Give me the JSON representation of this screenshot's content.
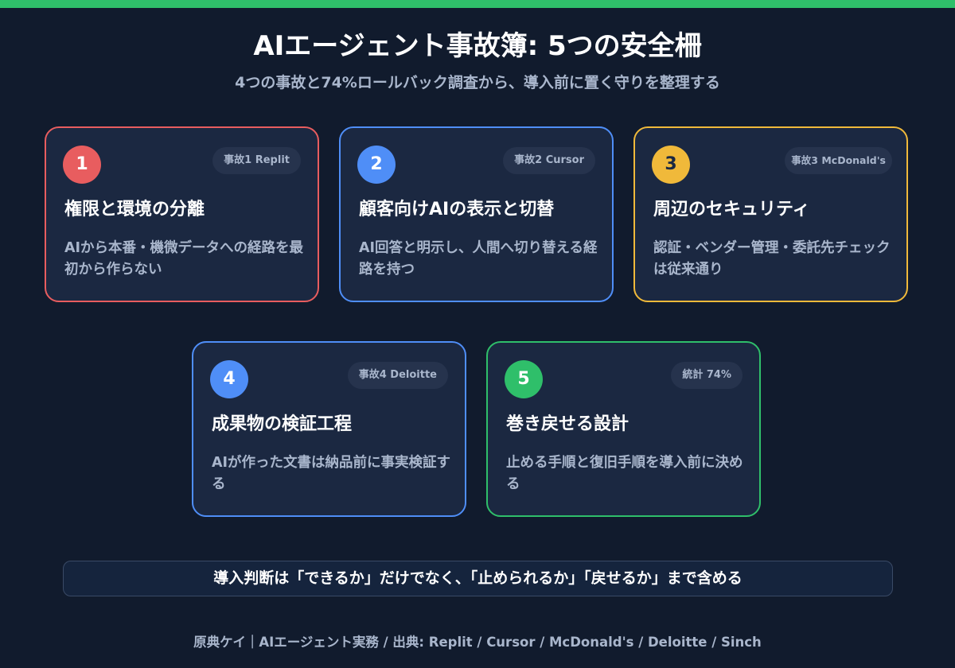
{
  "colors": {
    "background": "#111b2d",
    "card_background": "#1b2841",
    "accent_green": "#2fbf6a",
    "red": "#e85d5f",
    "blue": "#4f8ef7",
    "yellow": "#f0b93a"
  },
  "header": {
    "title": "AIエージェント事故簿: 5つの安全柵",
    "subtitle": "4つの事故と74%ロールバック調査から、導入前に置く守りを整理する"
  },
  "cards": [
    {
      "number": "1",
      "tag": "事故1 Replit",
      "title": "権限と環境の分離",
      "description": "AIから本番・機微データへの経路を最初から作らない",
      "color": "#e85d5f"
    },
    {
      "number": "2",
      "tag": "事故2 Cursor",
      "title": "顧客向けAIの表示と切替",
      "description": "AI回答と明示し、人間へ切り替える経路を持つ",
      "color": "#4f8ef7"
    },
    {
      "number": "3",
      "tag": "事故3 McDonald's",
      "title": "周辺のセキュリティ",
      "description": "認証・ベンダー管理・委託先チェックは従来通り",
      "color": "#f0b93a"
    },
    {
      "number": "4",
      "tag": "事故4 Deloitte",
      "title": "成果物の検証工程",
      "description": "AIが作った文書は納品前に事実検証する",
      "color": "#4f8ef7"
    },
    {
      "number": "5",
      "tag": "統計 74%",
      "title": "巻き戻せる設計",
      "description": "止める手順と復旧手順を導入前に決める",
      "color": "#2fbf6a"
    }
  ],
  "banner": {
    "text": "導入判断は「できるか」だけでなく、「止められるか」「戻せるか」まで含める"
  },
  "footer": {
    "text": "原典ケイ｜AIエージェント実務 / 出典: Replit / Cursor / McDonald's / Deloitte / Sinch"
  }
}
